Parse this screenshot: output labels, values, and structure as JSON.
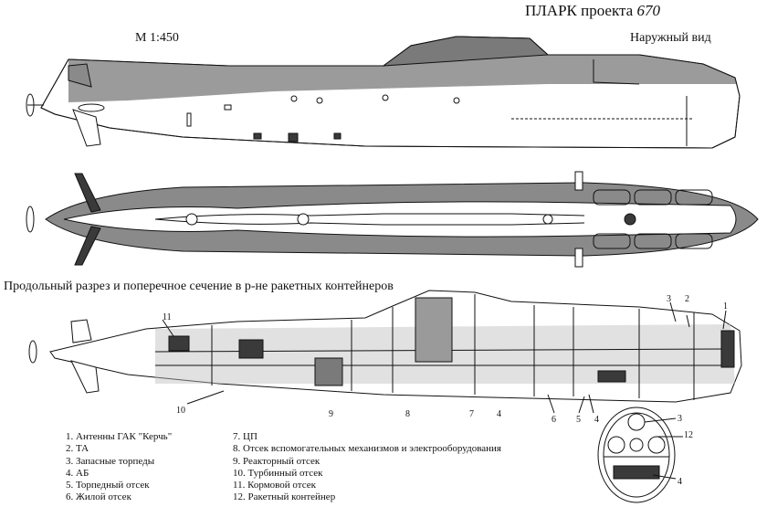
{
  "header": {
    "title_prefix": "ПЛАРК проекта",
    "title_number": "670",
    "scale": "М 1:450",
    "view": "Наружный вид"
  },
  "section": {
    "label": "Продольный разрез и поперечное сечение в р-не ракетных контейнеров"
  },
  "legend": {
    "left": [
      "1. Антенны ГАК \"Керчь\"",
      "2. ТА",
      "3. Запасные торпеды",
      "4. АБ",
      "5. Торпедный отсек",
      "6. Жилой отсек"
    ],
    "right": [
      "7. ЦП",
      "8. Отсек вспомогательных механизмов и электрооборудования",
      "9. Реакторный отсек",
      "10. Турбинный отсек",
      "11. Кормовой отсек",
      "12. Ракетный контейнер"
    ]
  },
  "callouts": {
    "c1": "1",
    "c2": "2",
    "c3": "3",
    "c3b": "3",
    "c4": "4",
    "c4b": "4",
    "c4c": "4",
    "c5": "5",
    "c6": "6",
    "c7": "7",
    "c8": "8",
    "c9": "9",
    "c10": "10",
    "c11": "11",
    "c12": "12"
  },
  "colors": {
    "ink": "#111111",
    "hull_shade": "#8a8a8a",
    "dark_fill": "#3a3a3a",
    "paper": "#ffffff"
  }
}
